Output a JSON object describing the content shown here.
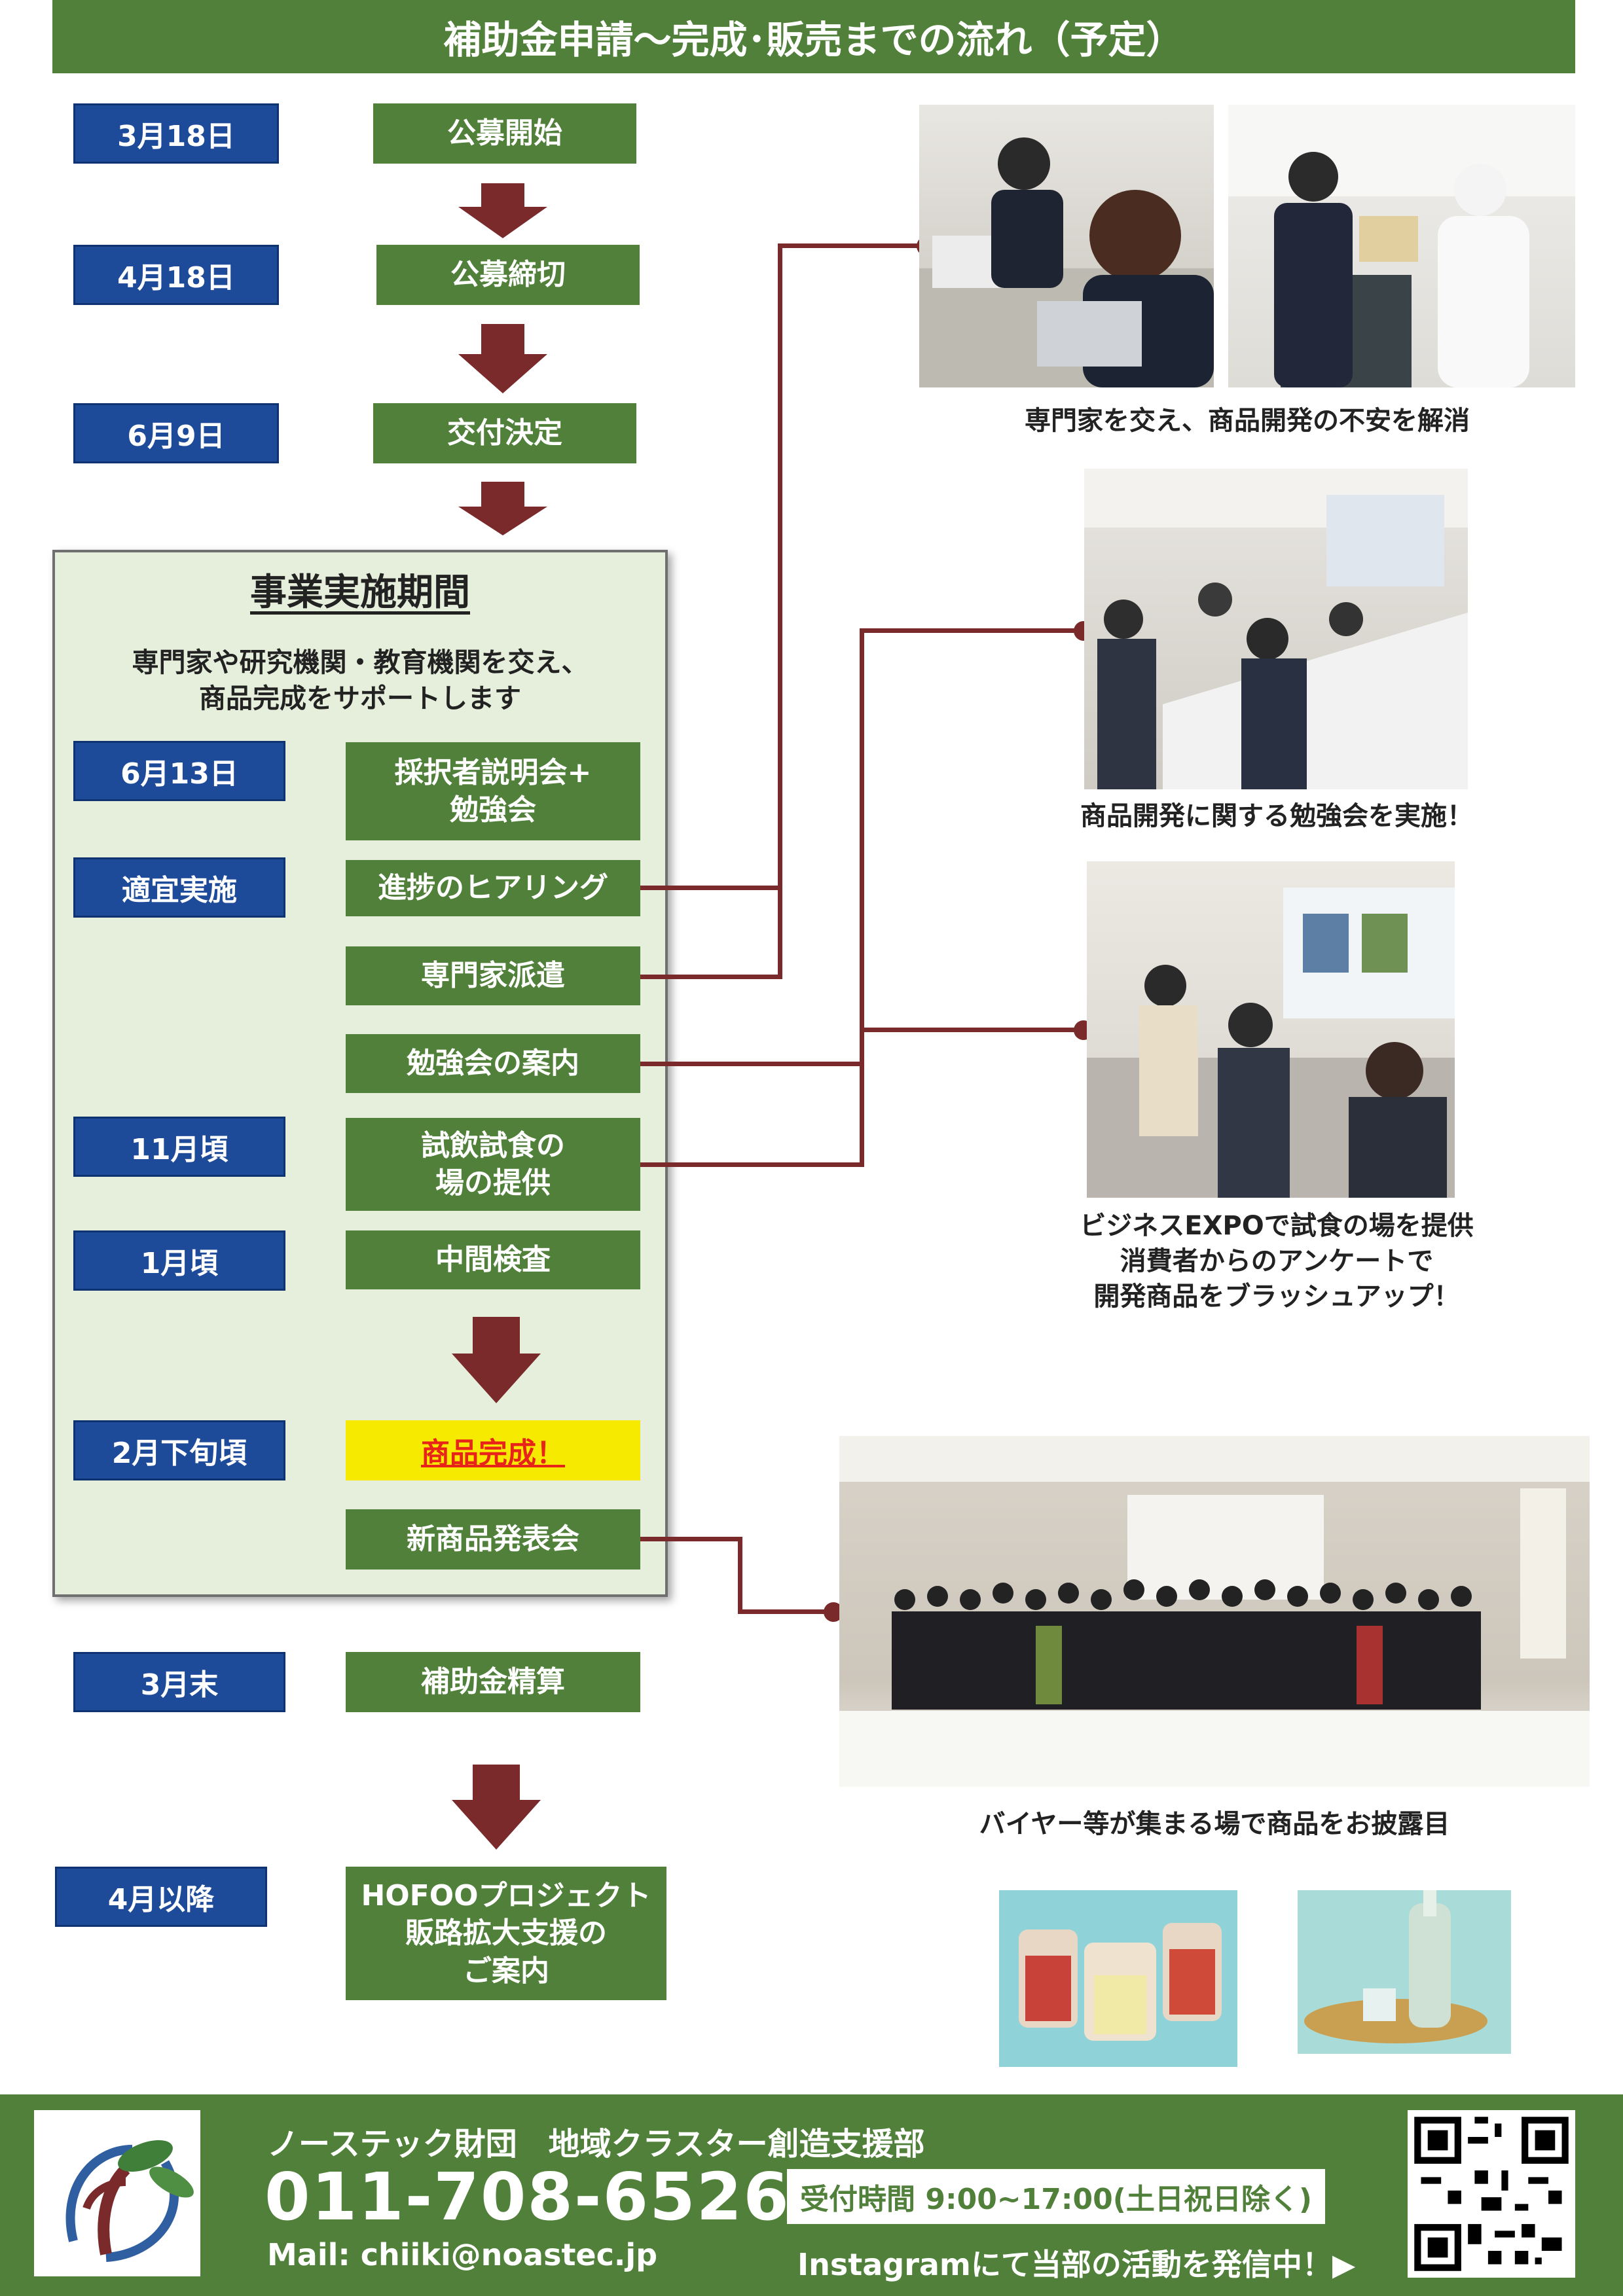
{
  "header": {
    "title": "補助金申請〜完成･販売までの流れ（予定）"
  },
  "timeline_top": [
    {
      "date": "3月18日",
      "step": "公募開始"
    },
    {
      "date": "4月18日",
      "step": "公募締切"
    },
    {
      "date": "6月9日",
      "step": "交付決定"
    }
  ],
  "period": {
    "title": "事業実施期間",
    "description": "専門家や研究機関・教育機関を交え、\n商品完成をサポートします",
    "items": [
      {
        "date": "6月13日",
        "step": "採択者説明会+\n勉強会"
      },
      {
        "date": "適宜実施",
        "step": "進捗のヒアリング"
      },
      {
        "date": "",
        "step": "専門家派遣"
      },
      {
        "date": "",
        "step": "勉強会の案内"
      },
      {
        "date": "11月頃",
        "step": "試飲試食の\n場の提供"
      },
      {
        "date": "1月頃",
        "step": "中間検査"
      },
      {
        "date": "2月下旬頃",
        "step": "商品完成！"
      },
      {
        "date": "",
        "step": "新商品発表会"
      }
    ]
  },
  "timeline_bottom": [
    {
      "date": "3月末",
      "step": "補助金精算"
    },
    {
      "date": "4月以降",
      "step": "HOFOOプロジェクト\n販路拡大支援の\nご案内"
    }
  ],
  "captions": {
    "photo1": "専門家を交え、商品開発の不安を解消",
    "photo2": "商品開発に関する勉強会を実施！",
    "photo3": "ビジネスEXPOで試食の場を提供\n消費者からのアンケートで\n開発商品をブラッシュアップ！",
    "photo4": "バイヤー等が集まる場で商品をお披露目"
  },
  "footer": {
    "org": "ノーステック財団　地域クラスター創造支援部",
    "phone": "011-708-6526",
    "hours": "受付時間 9:00~17:00(土日祝日除く)",
    "mail": "Mail: chiiki@noastec.jp",
    "instagram": "Instagramにて当部の活動を発信中！▶"
  },
  "colors": {
    "green": "#50803a",
    "navy": "#1e4a9a",
    "arrow": "#7a2a2a",
    "panel": "#e6efdc",
    "highlight": "#f6ea00",
    "highlight_text": "#e8231a"
  }
}
